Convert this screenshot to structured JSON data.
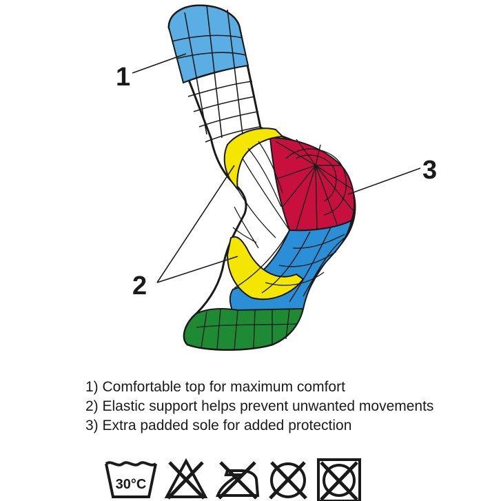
{
  "diagram": {
    "callouts": [
      {
        "label": "1",
        "meaning": "comfortable-top"
      },
      {
        "label": "2",
        "meaning": "elastic-support"
      },
      {
        "label": "3",
        "meaning": "padded-sole"
      }
    ],
    "zone_colors": {
      "top": "#5aaee3",
      "elastic": "#f5e600",
      "heel": "#c8103f",
      "sole": "#2a8fd6",
      "toe": "#1f8a34",
      "body": "#ffffff",
      "outline": "#1a1a1a"
    }
  },
  "features": [
    "1) Comfortable top for maximum comfort",
    "2) Elastic support helps prevent unwanted movements",
    "3) Extra padded sole for added protection"
  ],
  "care_symbols": [
    {
      "icon": "wash-30-icon",
      "text": "30°C"
    },
    {
      "icon": "do-not-bleach-icon"
    },
    {
      "icon": "do-not-iron-icon"
    },
    {
      "icon": "do-not-dry-clean-icon"
    },
    {
      "icon": "do-not-tumble-dry-icon"
    }
  ]
}
